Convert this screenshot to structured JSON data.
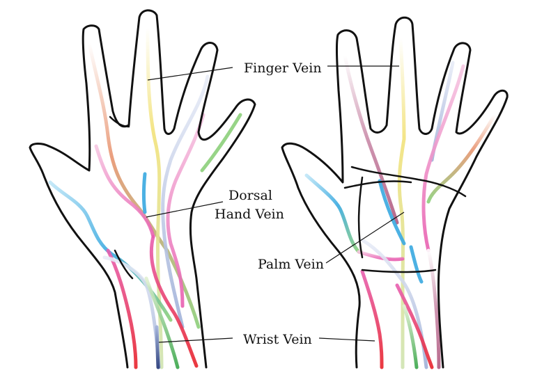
{
  "labels": {
    "finger_vein": "Finger Vein",
    "dorsal_line1": "Dorsal",
    "dorsal_line2": "Hand Vein",
    "palm_vein": "Palm Vein",
    "wrist_vein": "Wrist Vein"
  },
  "colors": {
    "outline": "#111111",
    "yellow": "#f2e27a",
    "pink": "#e85fb0",
    "red": "#e8232b",
    "blue_grey": "#9fb0d8",
    "cyan": "#38a9e0",
    "green": "#8ccf7a",
    "pale_green": "#cfe3b0",
    "navy": "#2a3d7a",
    "mauve": "#c98aa8",
    "salmon": "#e89470"
  }
}
